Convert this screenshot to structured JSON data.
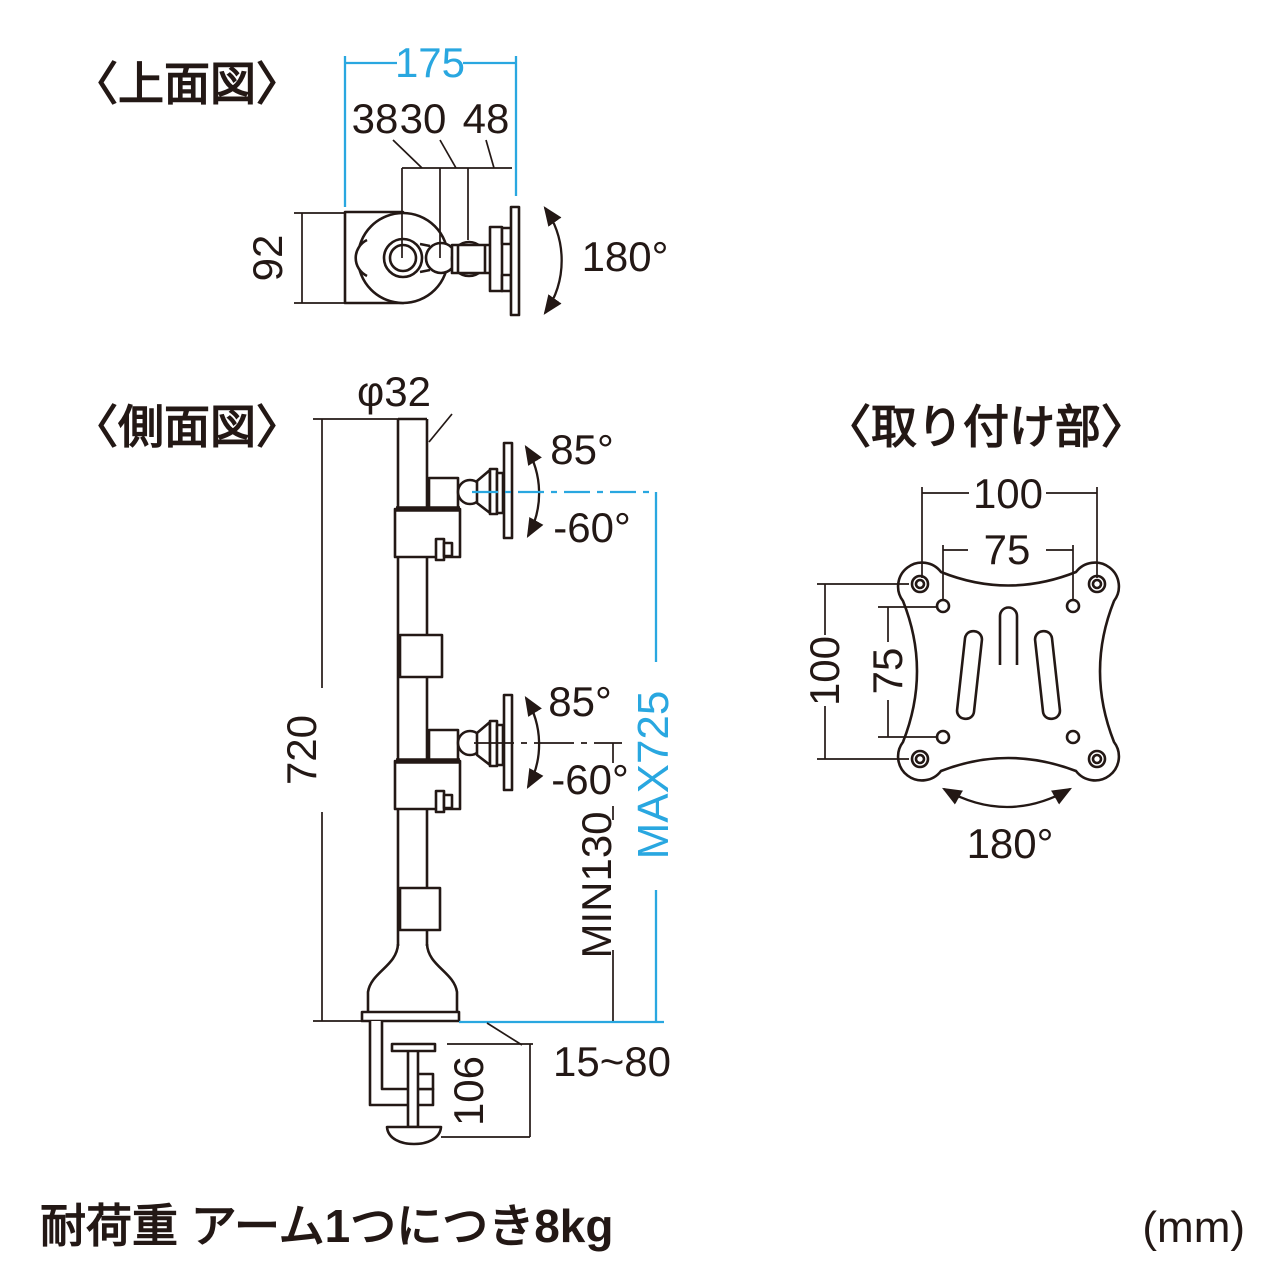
{
  "meta": {
    "colors": {
      "ink": "#231815",
      "accent": "#29a7e0",
      "background": "#ffffff"
    }
  },
  "top_view": {
    "title": "〈上面図〉",
    "width_total": "175",
    "seg_a": "38",
    "seg_b": "30",
    "seg_c": "48",
    "height": "92",
    "swivel_angle": "180°"
  },
  "side_view": {
    "title": "〈側面図〉",
    "pole_diameter": "φ32",
    "tilt_up_1": "85°",
    "tilt_down_1": "-60°",
    "tilt_up_2": "85°",
    "tilt_down_2": "-60°",
    "pole_height": "720",
    "max_height": "MAX725",
    "min_height": "MIN130",
    "desk_thickness": "15~80",
    "clamp_depth": "106"
  },
  "mount_view": {
    "title": "〈取り付け部〉",
    "hole_pitch_h_100": "100",
    "hole_pitch_h_75": "75",
    "hole_pitch_v_100": "100",
    "hole_pitch_v_75": "75",
    "rotation_angle": "180°"
  },
  "footer": {
    "load_capacity": "耐荷重 アーム1つにつき8kg",
    "unit": "(mm)"
  }
}
